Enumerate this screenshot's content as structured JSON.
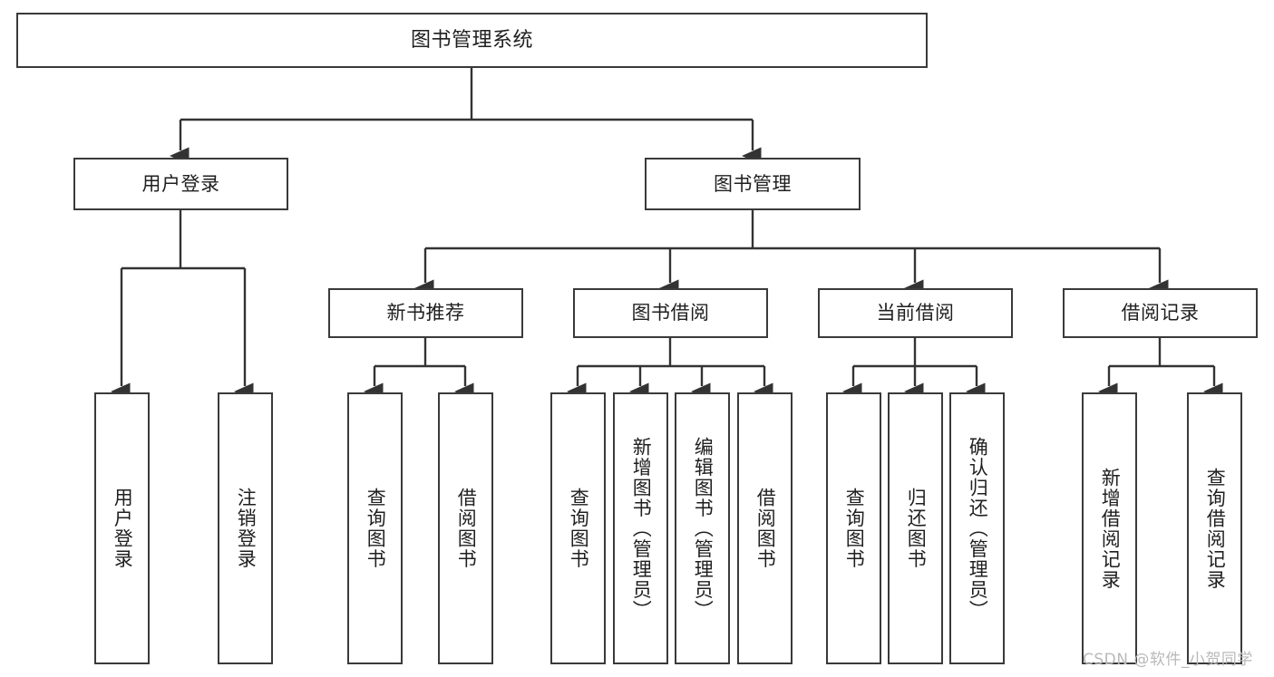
{
  "diagram": {
    "title": "图书管理系统",
    "type": "tree-hierarchy",
    "orientation": "top-down",
    "colors": {
      "box_border": "#3a3a3a",
      "box_fill": "#ffffff",
      "connector": "#333333",
      "text": "#1f1f1f",
      "watermark": "#b9b9b9",
      "background": "#ffffff"
    }
  },
  "nodes": {
    "root": {
      "label": "图书管理系统"
    },
    "level1": [
      {
        "id": "user-login",
        "label": "用户登录"
      },
      {
        "id": "book-manage",
        "label": "图书管理"
      }
    ],
    "level2": [
      {
        "id": "new-book-recommend",
        "label": "新书推荐"
      },
      {
        "id": "book-borrow",
        "label": "图书借阅"
      },
      {
        "id": "current-borrow",
        "label": "当前借阅"
      },
      {
        "id": "borrow-record",
        "label": "借阅记录"
      }
    ],
    "leaves": [
      {
        "id": "leaf-user-login",
        "label": "用户登录",
        "parent": "user-login"
      },
      {
        "id": "leaf-user-logout",
        "label": "注销登录",
        "parent": "user-login"
      },
      {
        "id": "leaf-query-book-1",
        "label": "查询图书",
        "parent": "new-book-recommend"
      },
      {
        "id": "leaf-borrow-book-1",
        "label": "借阅图书",
        "parent": "new-book-recommend"
      },
      {
        "id": "leaf-query-book-2",
        "label": "查询图书",
        "parent": "book-borrow"
      },
      {
        "id": "leaf-add-book",
        "label": "新增图书（管理员）",
        "parent": "book-borrow"
      },
      {
        "id": "leaf-edit-book",
        "label": "编辑图书（管理员）",
        "parent": "book-borrow"
      },
      {
        "id": "leaf-borrow-book-2",
        "label": "借阅图书",
        "parent": "book-borrow"
      },
      {
        "id": "leaf-query-book-3",
        "label": "查询图书",
        "parent": "current-borrow"
      },
      {
        "id": "leaf-return-book",
        "label": "归还图书",
        "parent": "current-borrow"
      },
      {
        "id": "leaf-confirm-return",
        "label": "确认归还（管理员）",
        "parent": "current-borrow"
      },
      {
        "id": "leaf-add-record",
        "label": "新增借阅记录",
        "parent": "borrow-record"
      },
      {
        "id": "leaf-query-record",
        "label": "查询借阅记录",
        "parent": "borrow-record"
      }
    ]
  },
  "watermark": {
    "text": "CSDN @软件_小贺同学"
  }
}
